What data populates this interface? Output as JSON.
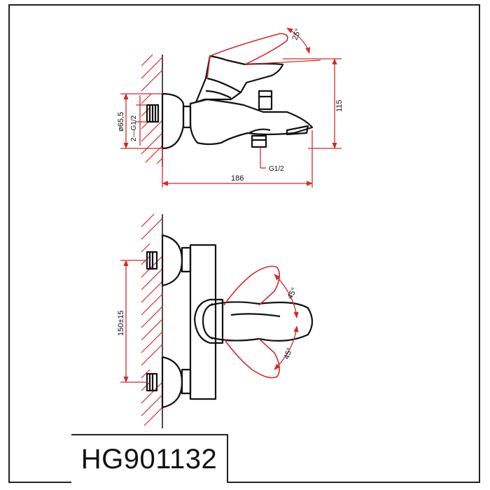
{
  "model": "HG901132",
  "side_view": {
    "dim_angle": "25°",
    "dim_height": "115",
    "dim_diameter": "ø65,5",
    "dim_inlet": "2—G1/2",
    "dim_outlet": "G1/2",
    "dim_length": "186"
  },
  "front_view": {
    "dim_center_distance": "150±15",
    "dim_angle_top": "45°",
    "dim_angle_bottom": "45°"
  },
  "colors": {
    "dimension": "#d42a2a",
    "outline": "#111111",
    "frame": "#222222"
  }
}
